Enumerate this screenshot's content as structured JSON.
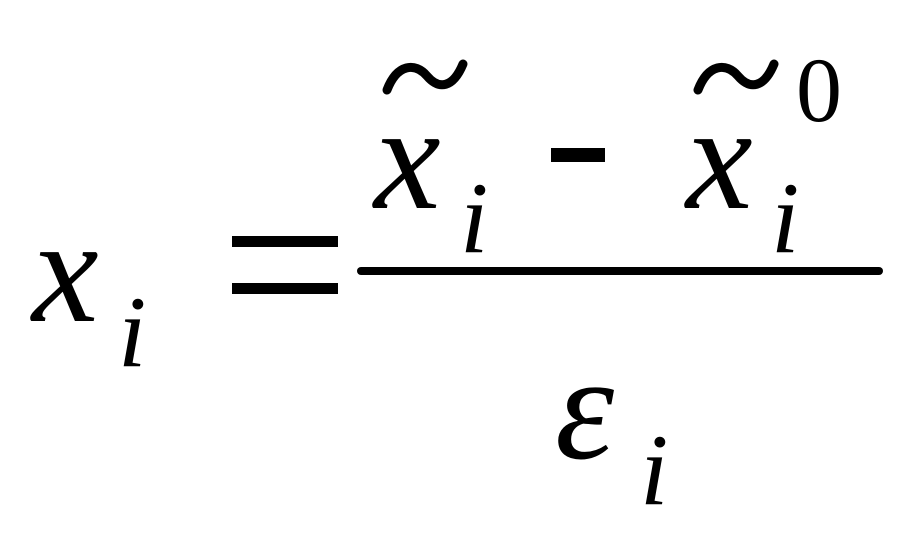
{
  "formula": {
    "lhs": {
      "variable": "x",
      "subscript": "i"
    },
    "equals": "=",
    "numerator": {
      "term1": {
        "variable": "x",
        "accent": "tilde-icon",
        "subscript": "i"
      },
      "operator": "-",
      "term2": {
        "variable": "x",
        "accent": "tilde-icon",
        "subscript": "i",
        "superscript": "0"
      }
    },
    "denominator": {
      "variable": "ε",
      "subscript": "i"
    }
  }
}
